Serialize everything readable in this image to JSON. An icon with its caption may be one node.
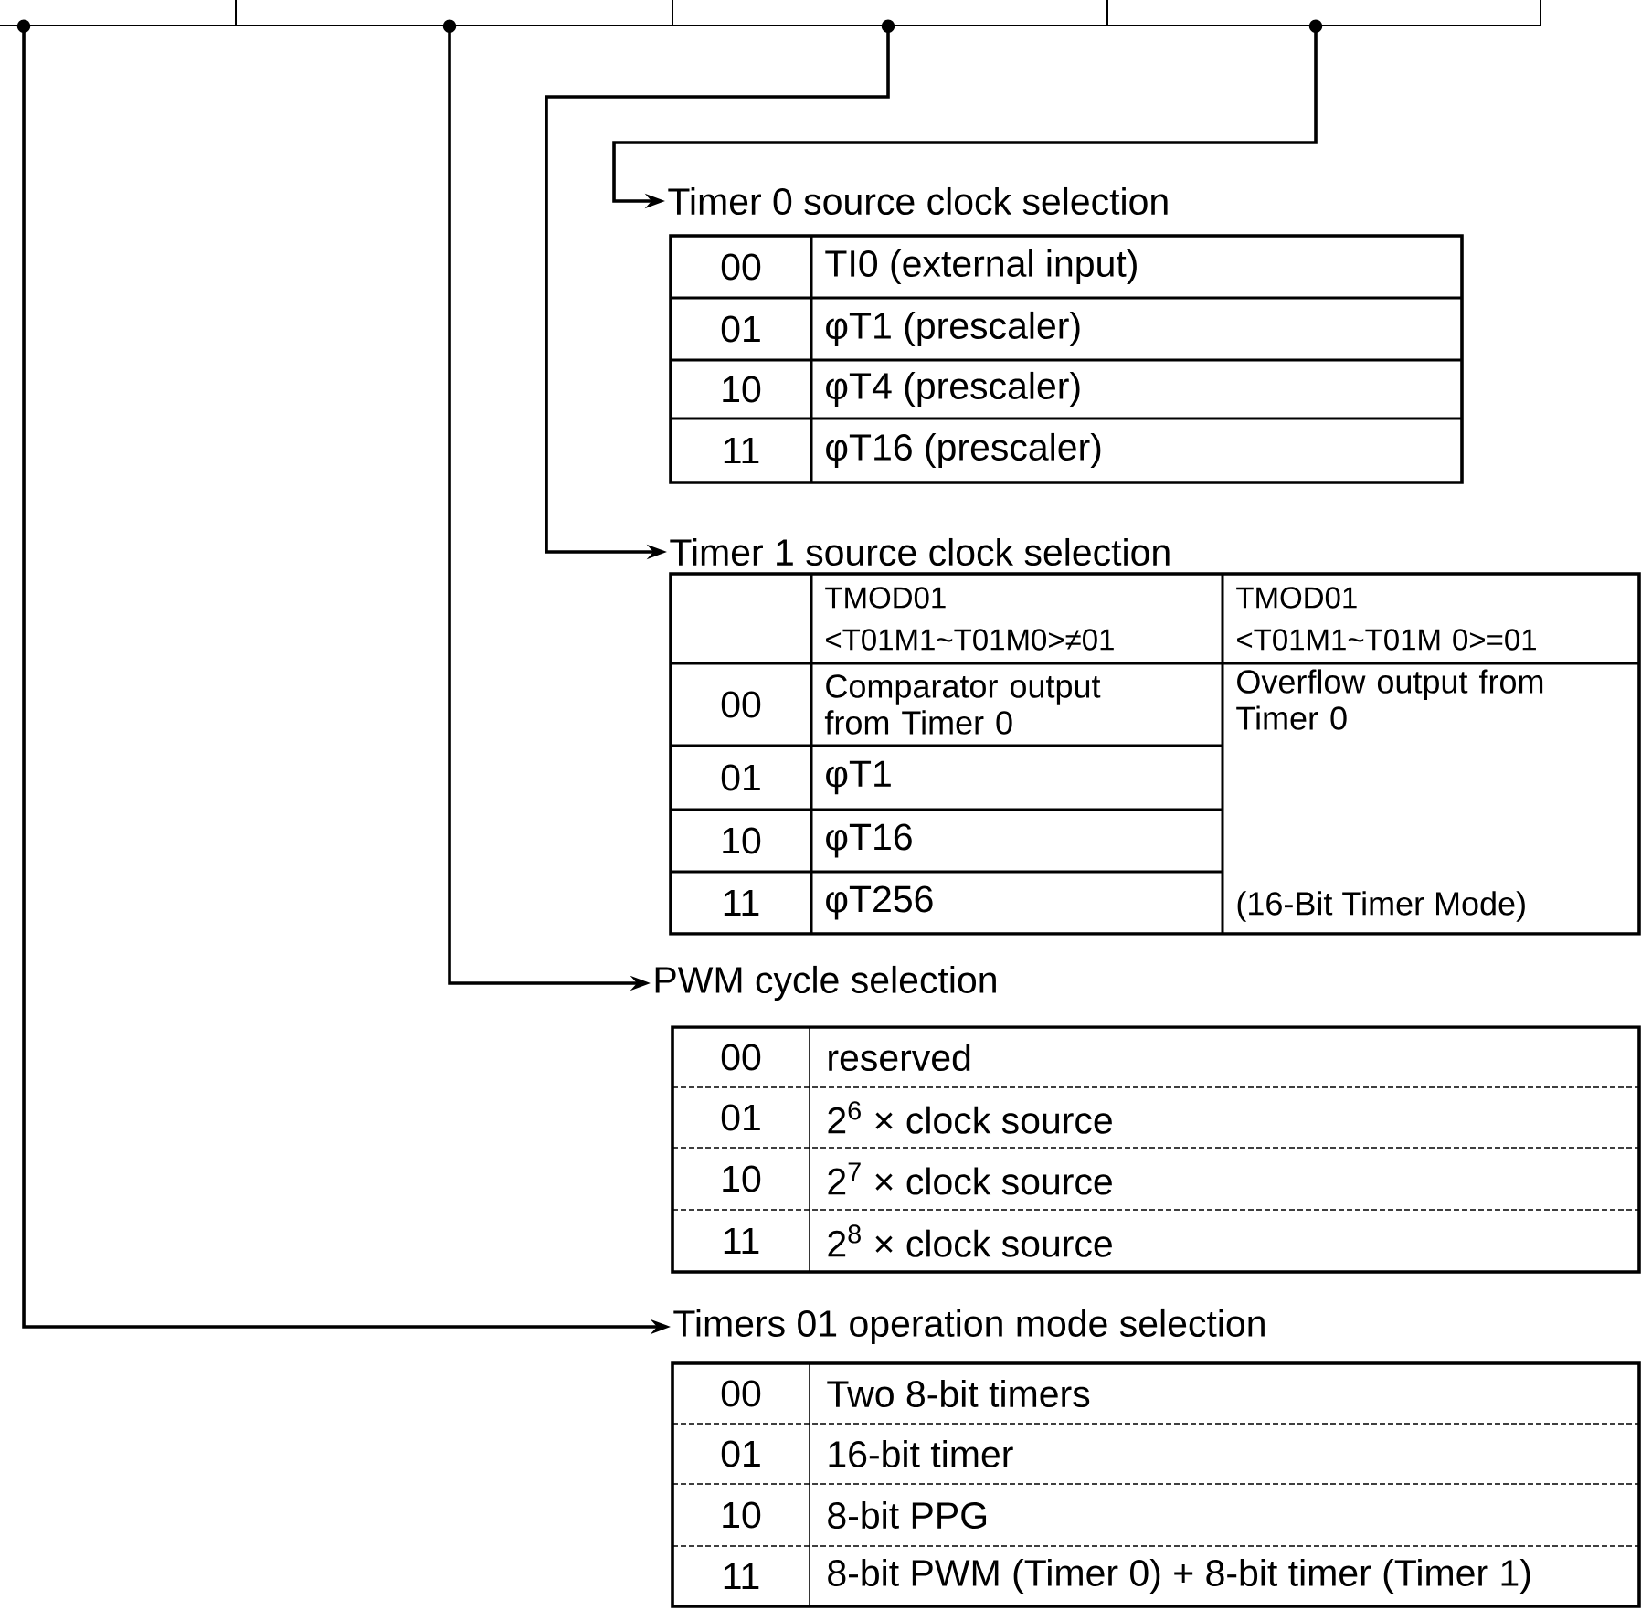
{
  "diagram": {
    "nodes": [
      {
        "text": [],
        "shape": "box"
      },
      {
        "text": [
          "Timer 0 source clock selection"
        ]
      },
      {
        "text": [
          "Timer 1 source clock selection"
        ]
      },
      {
        "text": [
          "PWM cycle selection"
        ]
      },
      {
        "text": [
          "Timers 01 operation mode selection"
        ]
      }
    ],
    "edges": [
      {
        "from": 0,
        "to": 1,
        "arrow": "to"
      },
      {
        "from": 0,
        "to": 2,
        "arrow": "to"
      },
      {
        "from": 0,
        "to": 3,
        "arrow": "to"
      },
      {
        "from": 0,
        "to": 4,
        "arrow": "to"
      }
    ],
    "labels": [
      "00",
      "TI0 (external input)",
      "01",
      "φT1 (prescaler)",
      "10",
      "φT4 (prescaler)",
      "11",
      "φT16 (prescaler)",
      "TMOD01 <T01M1~T01M0>≠01",
      "TMOD01 <T01M1~T01M 0>=01",
      "00",
      "Comparator output from Timer 0",
      "Overflow output from Timer 0",
      "01",
      "φT1",
      "10",
      "φT16",
      "11",
      "φT256",
      "(16-Bit Timer Mode)",
      "00",
      "reserved",
      "01",
      "2$^{6}$ × clock source",
      "10",
      "2$^{7}$ × clock source",
      "11",
      "2$^{8}$ × clock source",
      "00",
      "Two 8-bit timers",
      "01",
      "16-bit timer",
      "10",
      "8-bit PPG",
      "11",
      "8-bit PWM (Timer 0) + 8-bit timer (Timer 1)"
    ]
  }
}
